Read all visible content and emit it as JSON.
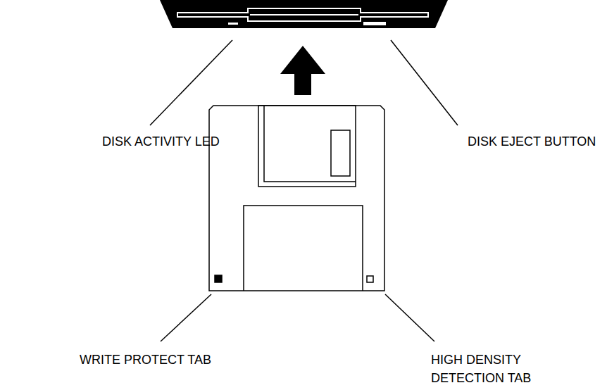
{
  "diagram": {
    "labels": [
      "DISK ACTIVITY LED",
      "DISK EJECT BUTTON",
      "WRITE PROTECT TAB",
      "HIGH DENSITY DETECTION TAB"
    ]
  }
}
